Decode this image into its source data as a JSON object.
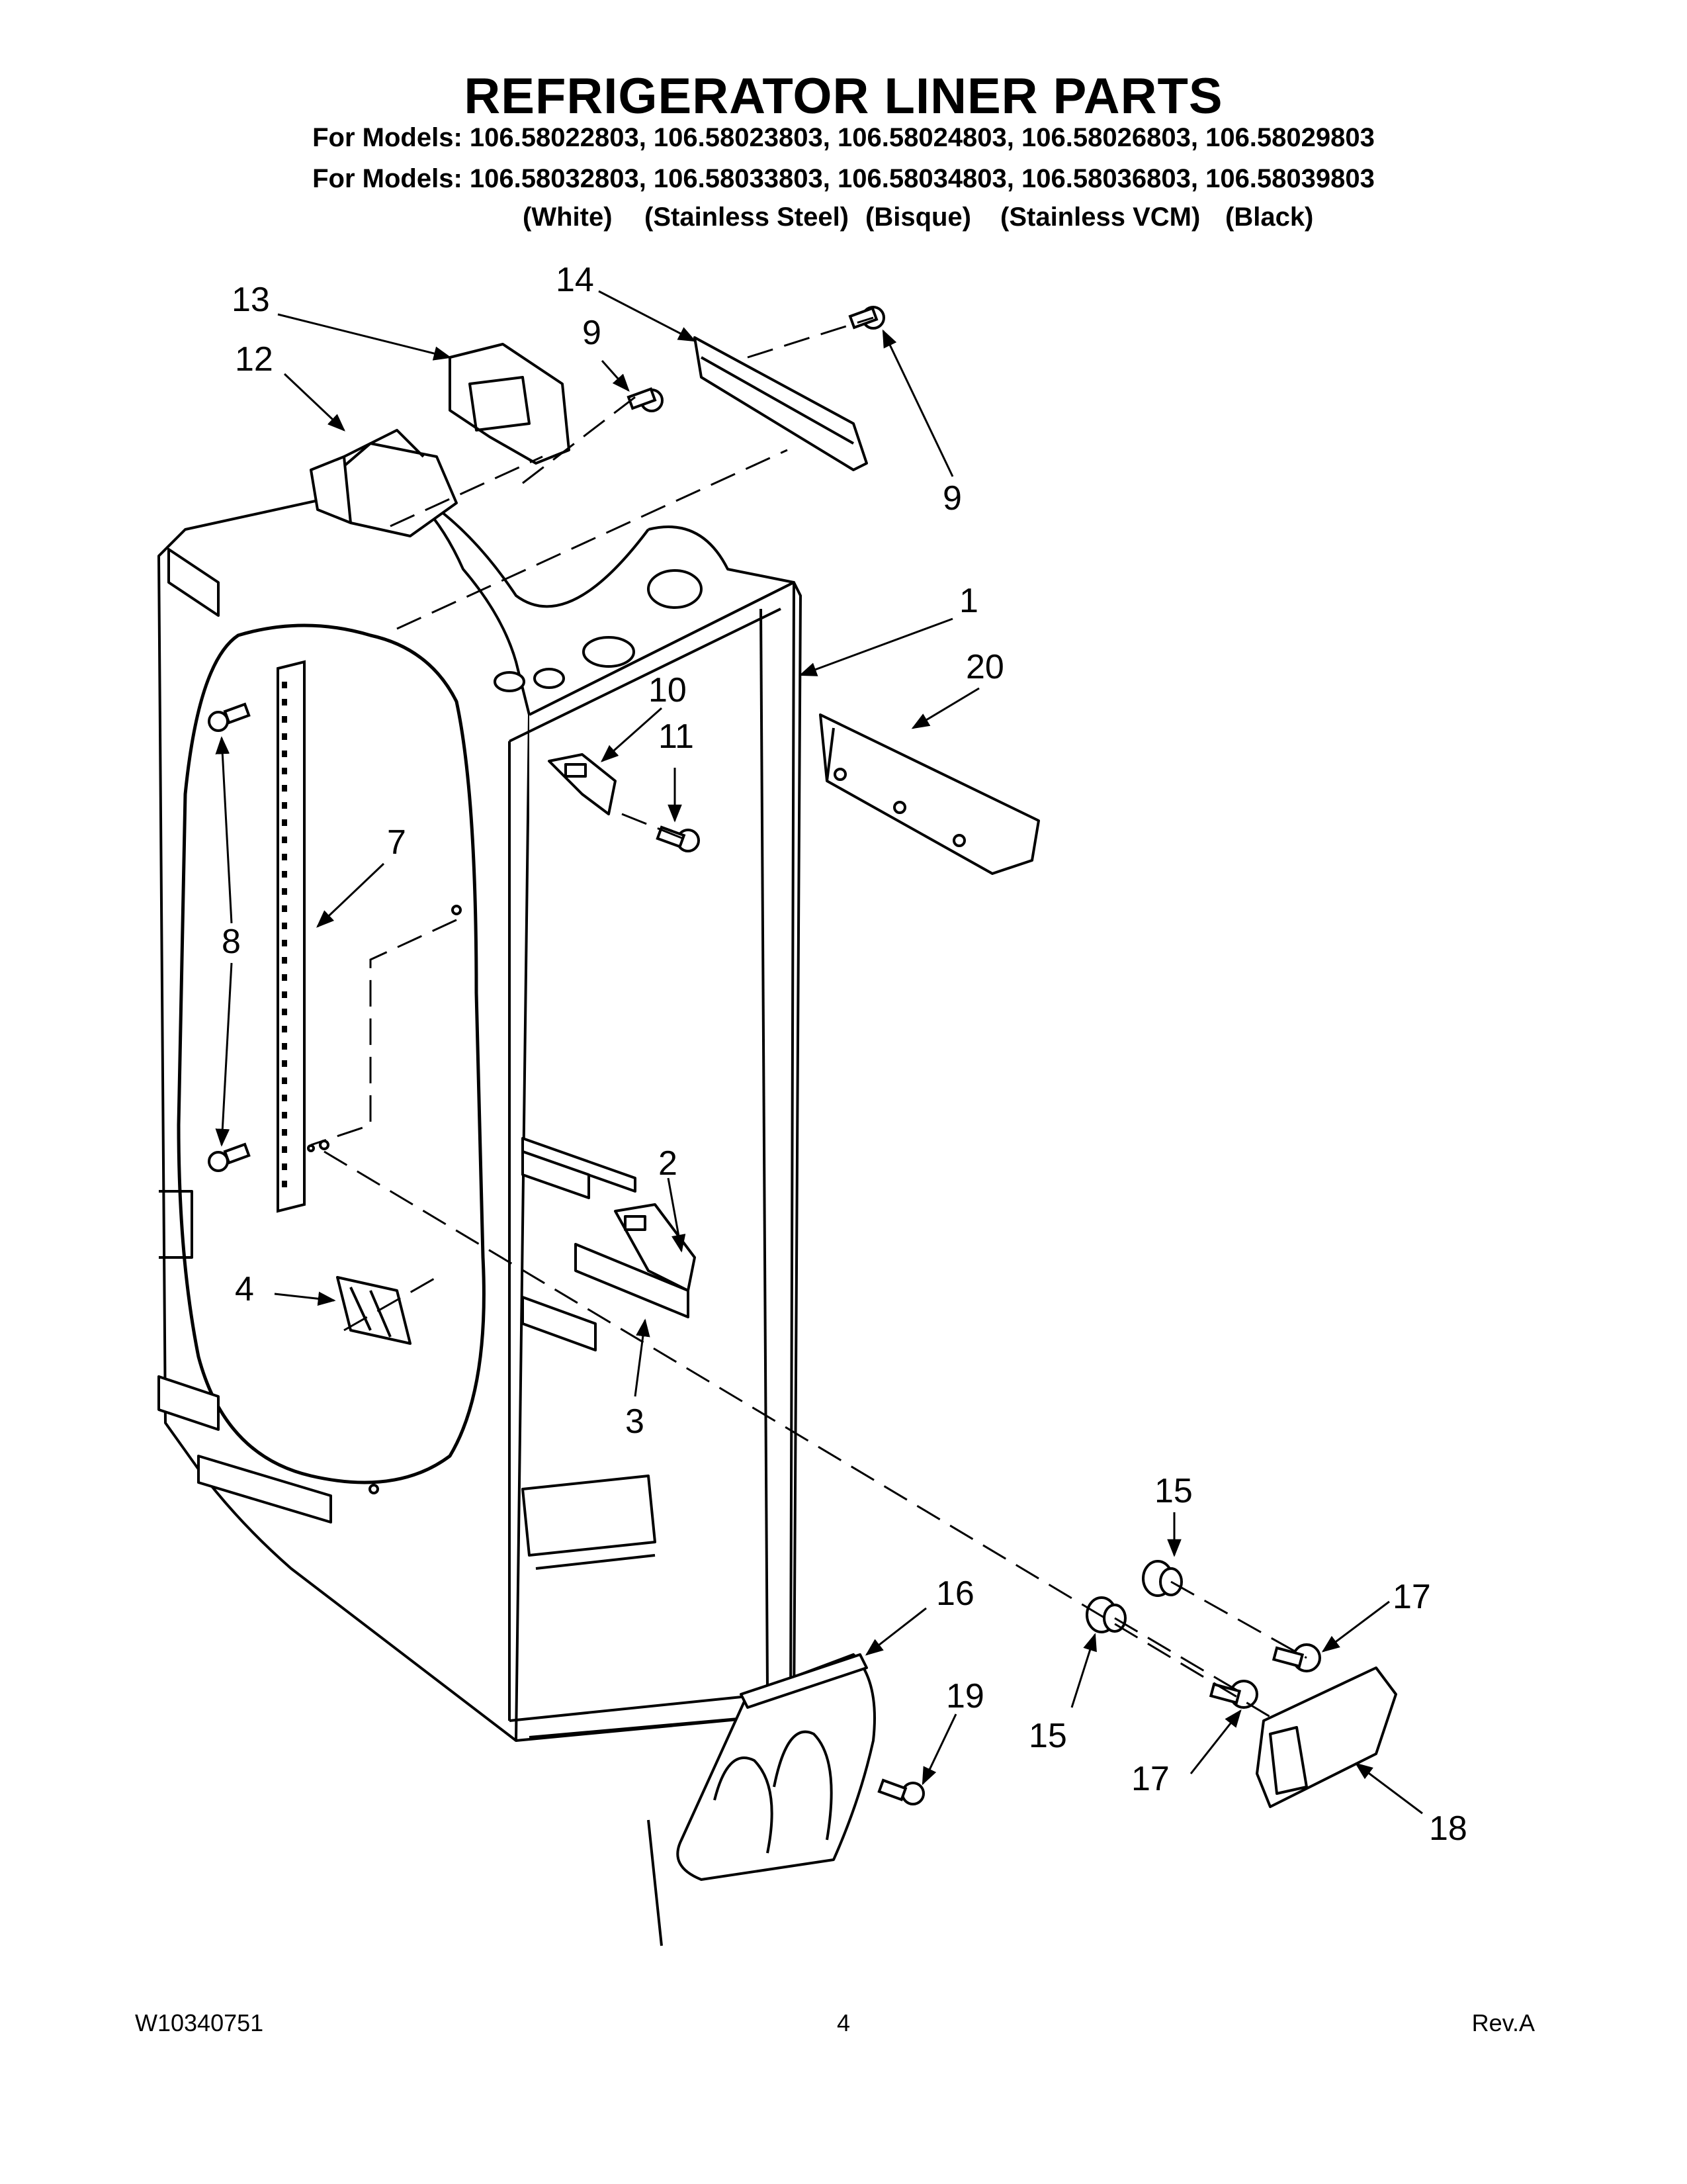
{
  "header": {
    "title": "REFRIGERATOR LINER PARTS",
    "models_line_1": "For Models: 106.58022803, 106.58023803, 106.58024803, 106.58026803, 106.58029803",
    "models_line_2": "For Models: 106.58032803, 106.58033803, 106.58034803, 106.58036803, 106.58039803",
    "variants": [
      "(White)",
      "(Stainless Steel)",
      "(Bisque)",
      "(Stainless VCM)",
      "(Black)"
    ]
  },
  "callouts": [
    {
      "id": "c13",
      "label": "13"
    },
    {
      "id": "c12",
      "label": "12"
    },
    {
      "id": "c14",
      "label": "14"
    },
    {
      "id": "c9a",
      "label": "9"
    },
    {
      "id": "c9b",
      "label": "9"
    },
    {
      "id": "c1",
      "label": "1"
    },
    {
      "id": "c20",
      "label": "20"
    },
    {
      "id": "c10",
      "label": "10"
    },
    {
      "id": "c11",
      "label": "11"
    },
    {
      "id": "c7",
      "label": "7"
    },
    {
      "id": "c8",
      "label": "8"
    },
    {
      "id": "c2",
      "label": "2"
    },
    {
      "id": "c4",
      "label": "4"
    },
    {
      "id": "c3",
      "label": "3"
    },
    {
      "id": "c15a",
      "label": "15"
    },
    {
      "id": "c16",
      "label": "16"
    },
    {
      "id": "c17a",
      "label": "17"
    },
    {
      "id": "c19",
      "label": "19"
    },
    {
      "id": "c15b",
      "label": "15"
    },
    {
      "id": "c17b",
      "label": "17"
    },
    {
      "id": "c18",
      "label": "18"
    }
  ],
  "footer": {
    "doc_number": "W10340751",
    "page_number": "4",
    "revision": "Rev.A"
  }
}
